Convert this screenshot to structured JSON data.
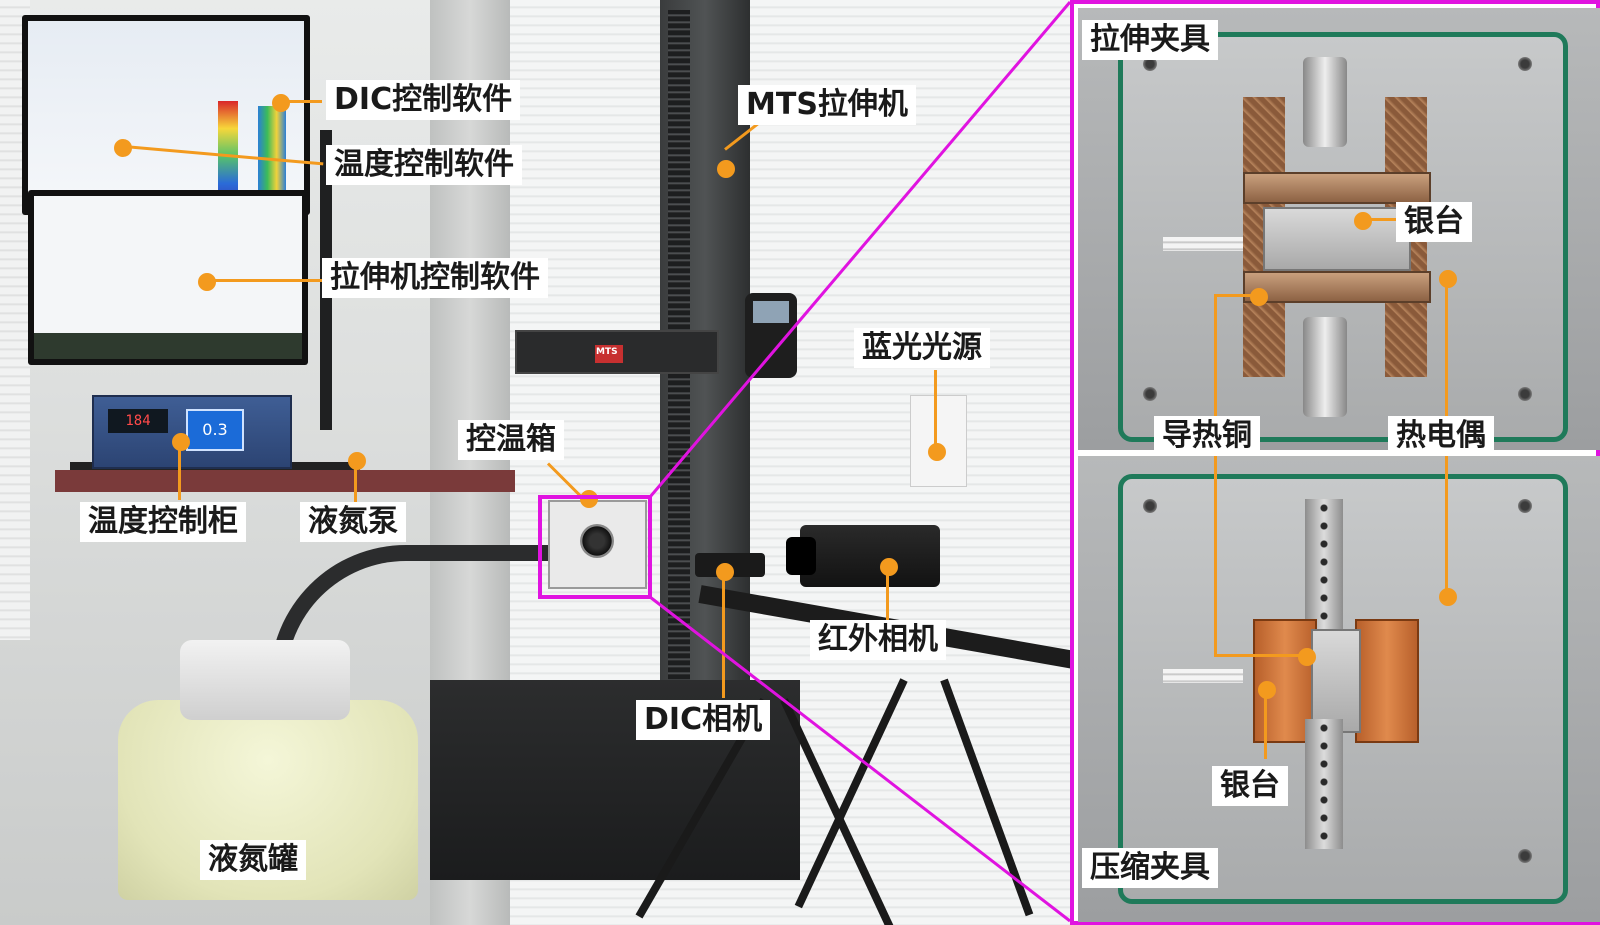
{
  "labels": {
    "dic_software": "DIC控制软件",
    "temp_software": "温度控制软件",
    "tensile_software": "拉伸机控制软件",
    "mts_machine": "MTS拉伸机",
    "blue_light": "蓝光光源",
    "temp_box": "控温箱",
    "temp_cabinet": "温度控制柜",
    "ln2_pump": "液氮泵",
    "ir_camera": "红外相机",
    "dic_camera": "DIC相机",
    "ln2_tank": "液氮罐",
    "tensile_fixture": "拉伸夹具",
    "silver_stage_top": "银台",
    "thermal_copper": "导热铜",
    "thermocouple": "热电偶",
    "silver_stage_bottom": "银台",
    "compression_fixture": "压缩夹具"
  },
  "equipment_text": {
    "controller_display_1": "184",
    "controller_display_2": "0.3",
    "crosshead_plate": "MTS"
  },
  "colors": {
    "callout_orange": "#f39a1e",
    "magnify_frame": "#e013e0",
    "inner_box_green": "#1f7a5a"
  }
}
